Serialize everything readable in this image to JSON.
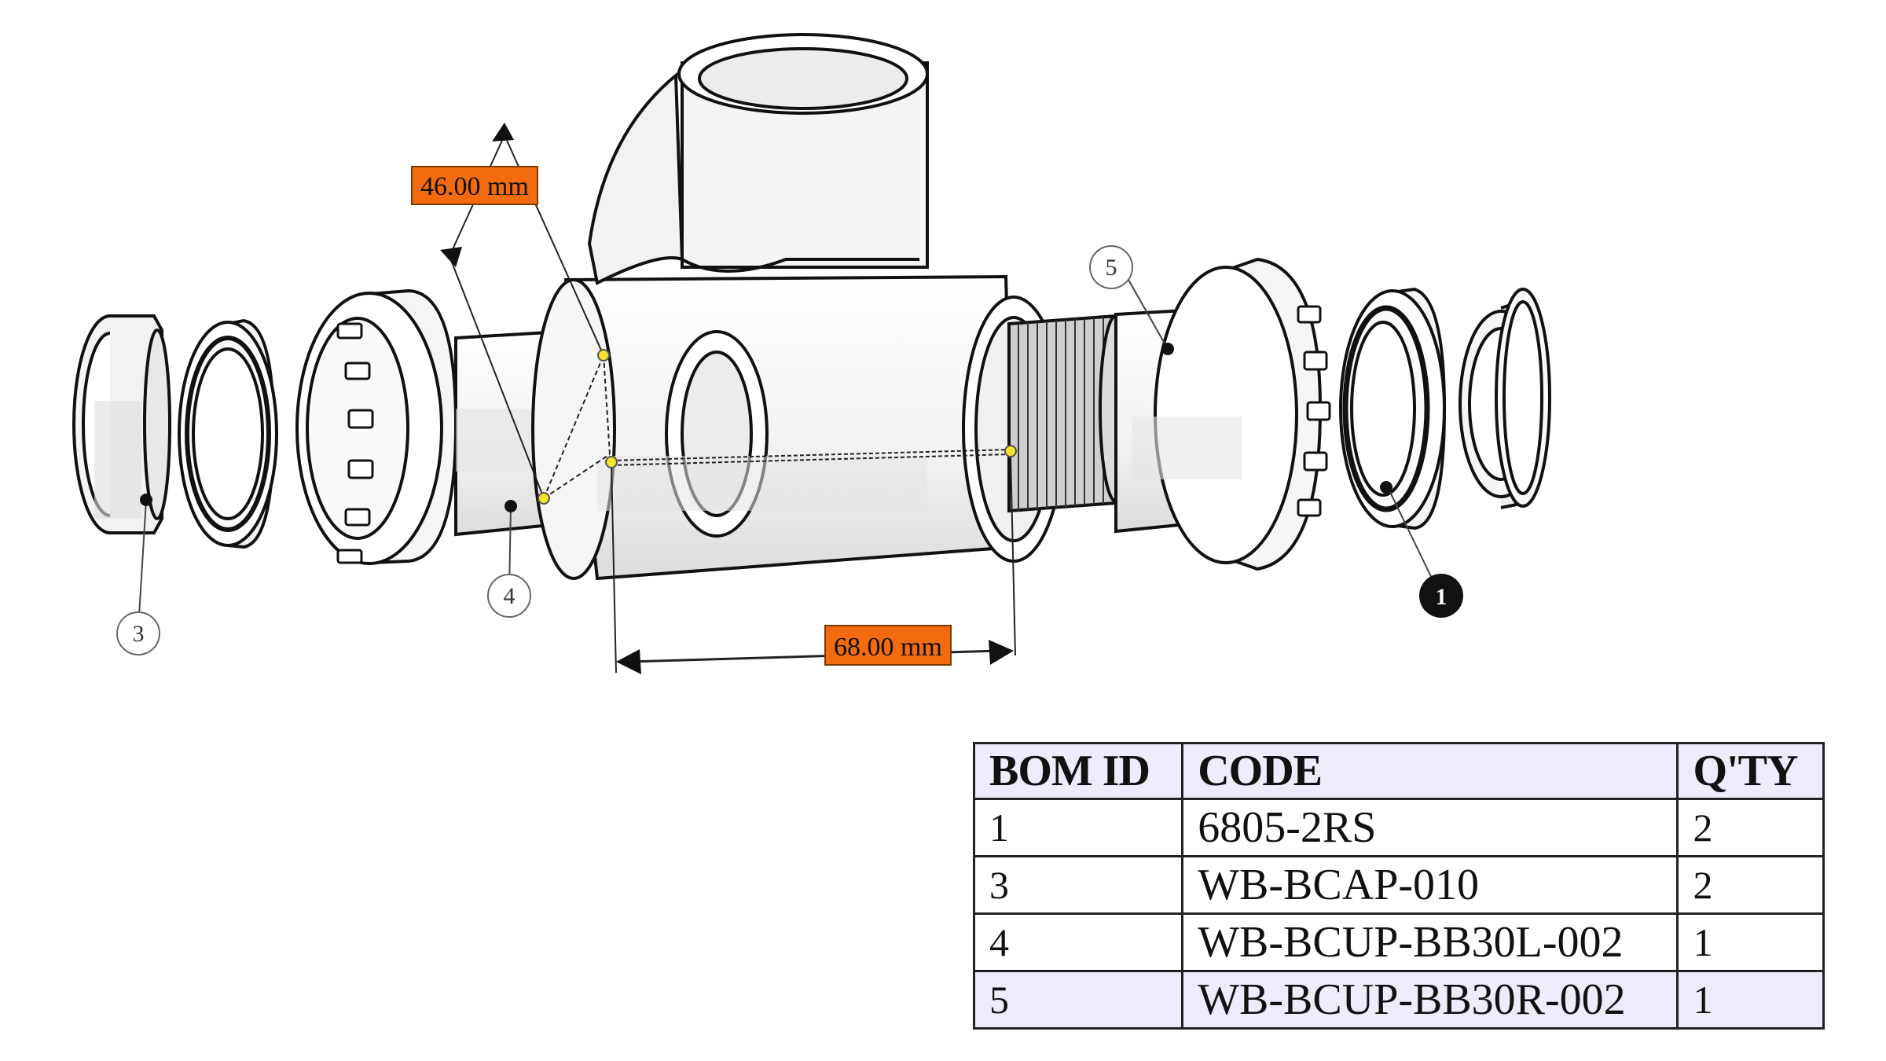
{
  "dimensions": {
    "angular": "46.00 mm",
    "linear": "68.00 mm"
  },
  "callouts": {
    "c1": "1",
    "c3": "3",
    "c4": "4",
    "c5": "5"
  },
  "bom": {
    "headers": [
      "BOM ID",
      "CODE",
      "Q'TY"
    ],
    "rows": [
      {
        "id": "1",
        "code": "6805-2RS",
        "qty": "2"
      },
      {
        "id": "3",
        "code": "WB-BCAP-010",
        "qty": "2"
      },
      {
        "id": "4",
        "code": "WB-BCUP-BB30L-002",
        "qty": "1"
      },
      {
        "id": "5",
        "code": "WB-BCUP-BB30R-002",
        "qty": "1"
      }
    ]
  },
  "colors": {
    "dimension_label": "#f26b0f",
    "dimension_point": "#f2e52b",
    "table_header_bg": "#ececfb",
    "highlight_row_bg": "#ececfb"
  }
}
